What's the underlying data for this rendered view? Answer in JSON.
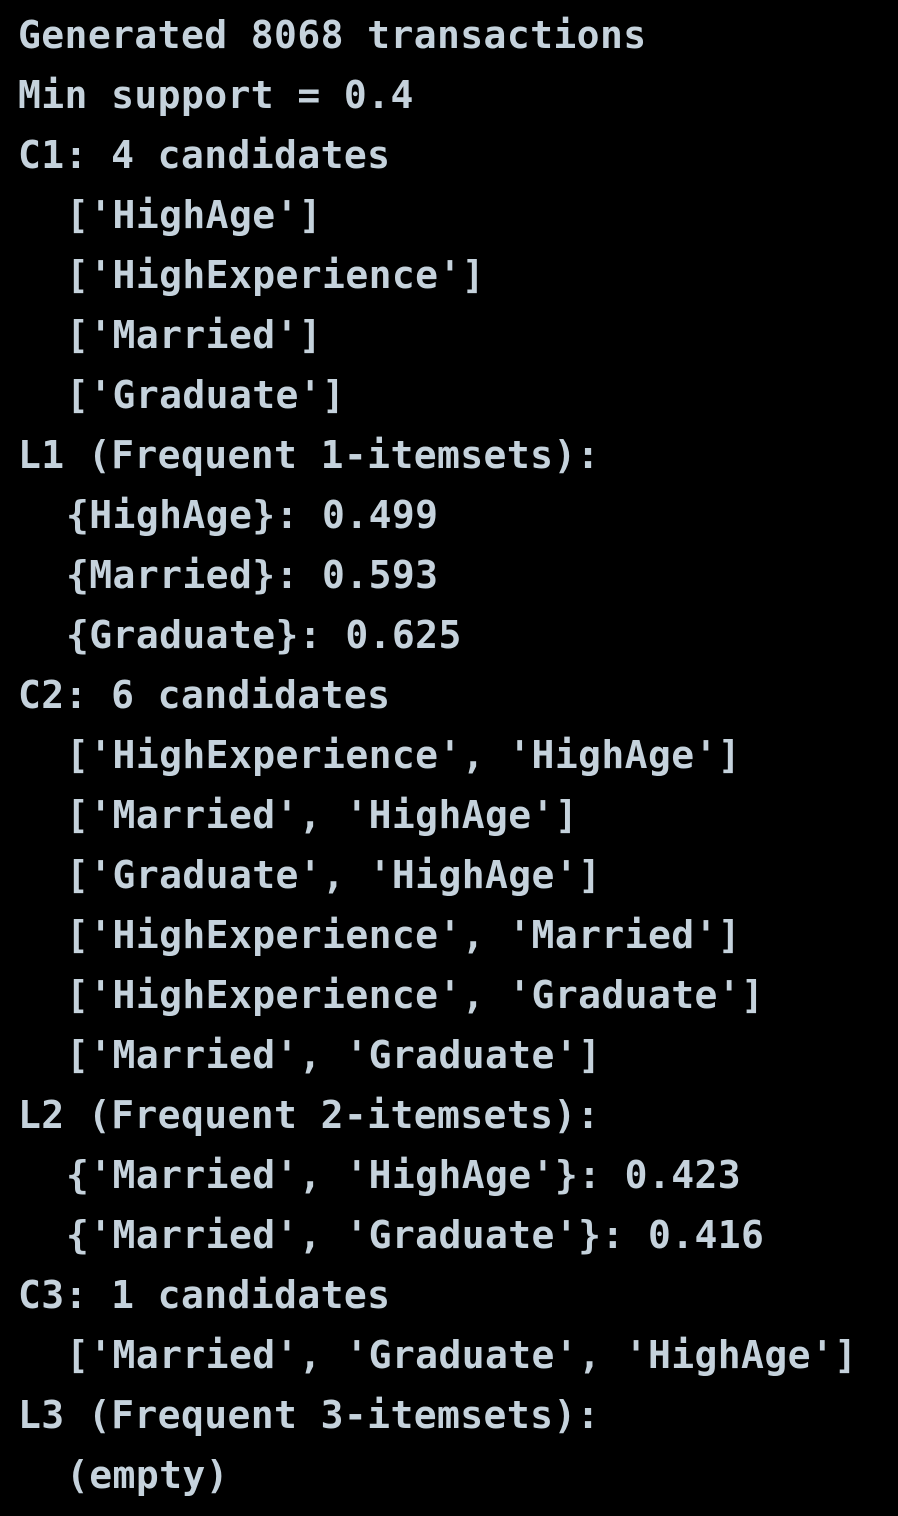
{
  "colors": {
    "background": "#000000",
    "foreground": "#c5d2dc"
  },
  "output": {
    "generated": "Generated 8068 transactions",
    "min_support": "Min support = 0.4",
    "c1": {
      "header": "C1: 4 candidates",
      "items": [
        "['HighAge']",
        "['HighExperience']",
        "['Married']",
        "['Graduate']"
      ]
    },
    "l1": {
      "header": "L1 (Frequent 1-itemsets):",
      "items": [
        "{HighAge}: 0.499",
        "{Married}: 0.593",
        "{Graduate}: 0.625"
      ]
    },
    "c2": {
      "header": "C2: 6 candidates",
      "items": [
        "['HighExperience', 'HighAge']",
        "['Married', 'HighAge']",
        "['Graduate', 'HighAge']",
        "['HighExperience', 'Married']",
        "['HighExperience', 'Graduate']",
        "['Married', 'Graduate']"
      ]
    },
    "l2": {
      "header": "L2 (Frequent 2-itemsets):",
      "items": [
        "{'Married', 'HighAge'}: 0.423",
        "{'Married', 'Graduate'}: 0.416"
      ]
    },
    "c3": {
      "header": "C3: 1 candidates",
      "items": [
        "['Married', 'Graduate', 'HighAge']"
      ]
    },
    "l3": {
      "header": "L3 (Frequent 3-itemsets):",
      "items": [
        "(empty)"
      ]
    }
  }
}
